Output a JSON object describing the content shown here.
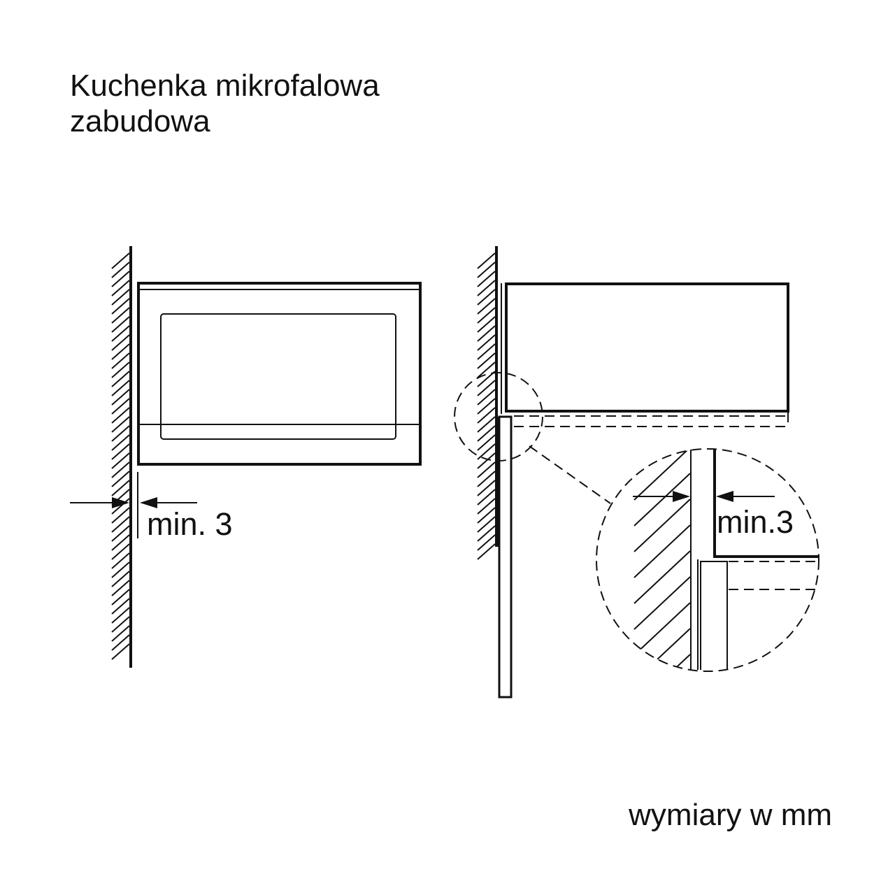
{
  "title": {
    "line1": "Kuchenka mikrofalowa",
    "line2": "zabudowa"
  },
  "left_view": {
    "dimension_label": "min. 3"
  },
  "right_view": {
    "detail_dimension_label": "min.3"
  },
  "footer": {
    "units_note": "wymiary w mm"
  },
  "colors": {
    "ink": "#111111",
    "background": "#ffffff"
  }
}
